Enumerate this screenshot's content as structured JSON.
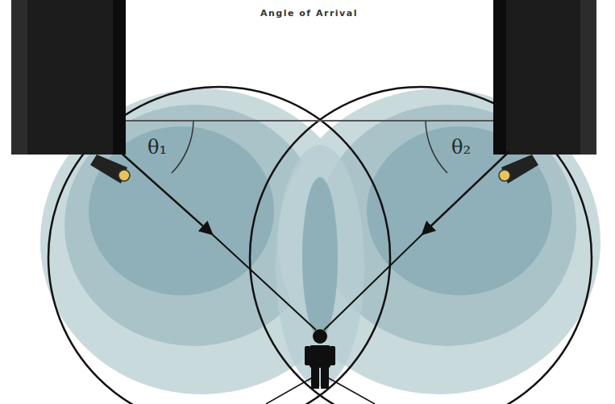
{
  "diagram": {
    "title": "Angle of Arrival",
    "labels": [
      "θ₁",
      "θ₂"
    ]
  }
}
